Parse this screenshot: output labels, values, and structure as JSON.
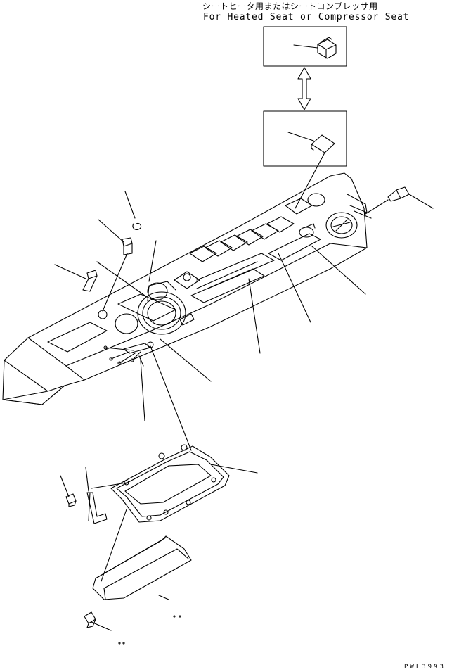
{
  "header": {
    "japanese": "シートヒータ用またはシートコンプレッサ用",
    "english": "For Heated Seat or Compressor Seat"
  },
  "drawing_code": "PWL3993"
}
